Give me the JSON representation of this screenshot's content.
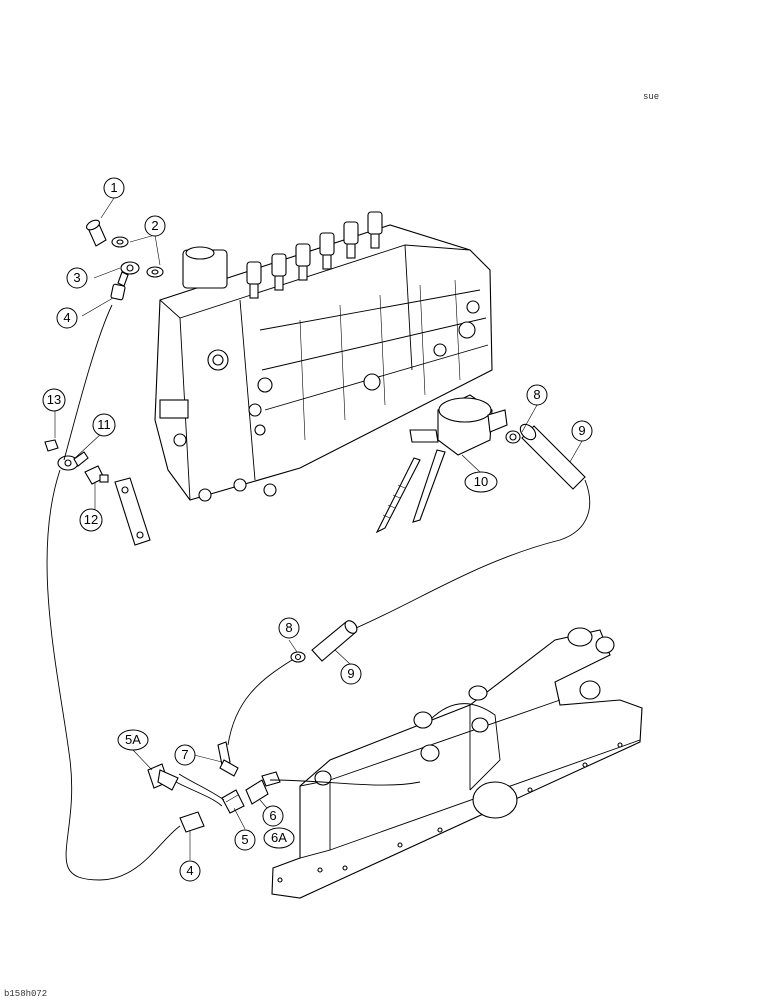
{
  "page": {
    "code_top_right": "sue",
    "code_bottom_left": "b158h072"
  },
  "callouts": {
    "c1": "1",
    "c2": "2",
    "c3": "3",
    "c4a": "4",
    "c4b": "4",
    "c5": "5",
    "c5a": "5A",
    "c6": "6",
    "c6a": "6A",
    "c7": "7",
    "c8a": "8",
    "c8b": "8",
    "c9a": "9",
    "c9b": "9",
    "c10": "10",
    "c11": "11",
    "c12": "12",
    "c13": "13"
  }
}
